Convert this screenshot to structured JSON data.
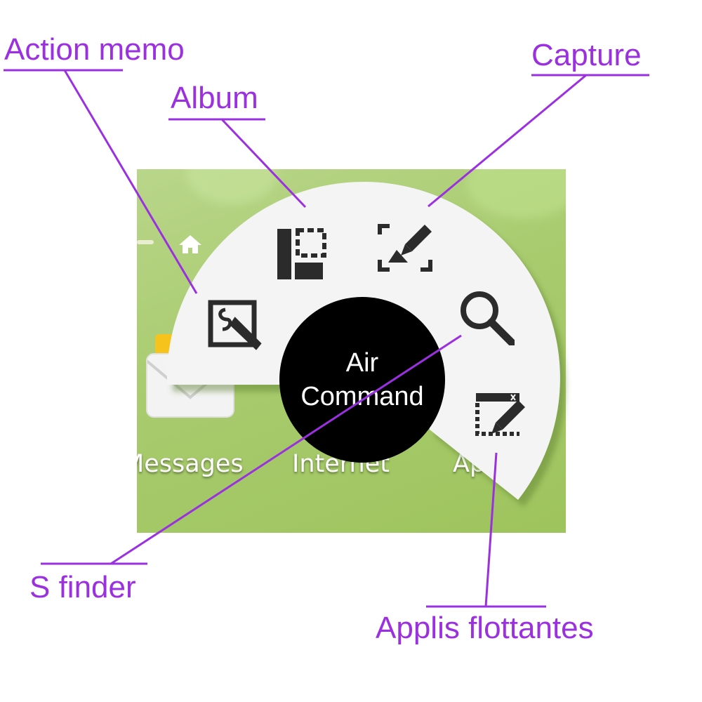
{
  "homescreen": {
    "apps": [
      {
        "label": "Messages"
      },
      {
        "label": "Internet"
      },
      {
        "label": "Ap"
      }
    ]
  },
  "air_command": {
    "center_label_line1": "Air",
    "center_label_line2": "Command",
    "items": [
      {
        "id": "action-memo",
        "icon": "action-memo-icon"
      },
      {
        "id": "album",
        "icon": "scrapbook-icon"
      },
      {
        "id": "capture",
        "icon": "screen-write-icon"
      },
      {
        "id": "s-finder",
        "icon": "search-icon"
      },
      {
        "id": "floating-apps",
        "icon": "pen-window-icon"
      }
    ]
  },
  "callouts": {
    "action_memo": "Action memo",
    "album": "Album",
    "capture": "Capture",
    "s_finder": "S finder",
    "floating_apps": "Applis flottantes"
  },
  "colors": {
    "annotation": "#9b30e0",
    "panel": "#f4f4f4",
    "center": "#000000",
    "icon": "#2b2b2b",
    "wallpaper": "#a8cb6e"
  }
}
